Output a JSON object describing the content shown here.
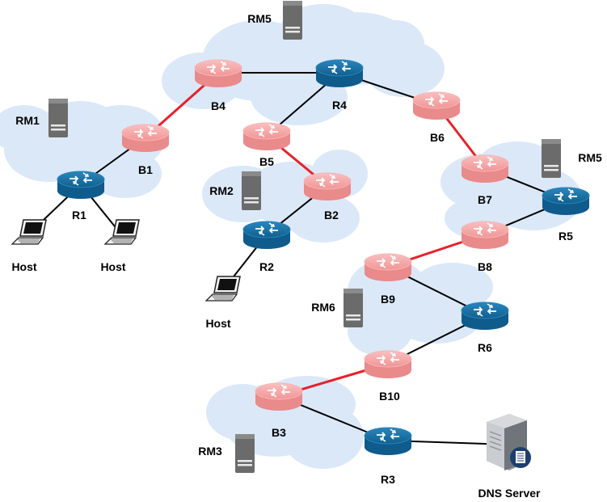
{
  "colors": {
    "cloud": "#dbe8f8",
    "link": "#000000",
    "bridge_link": "#e8202a",
    "router_blue": "#0f5b8c",
    "router_blue_top": "#1e76ad",
    "router_pink": "#f3999a",
    "router_pink_top": "#f7b3b3",
    "server": "#6b6b6b"
  },
  "routers": [
    {
      "id": "R1",
      "label": "R1",
      "kind": "blue"
    },
    {
      "id": "R2",
      "label": "R2",
      "kind": "blue"
    },
    {
      "id": "R3",
      "label": "R3",
      "kind": "blue"
    },
    {
      "id": "R4",
      "label": "R4",
      "kind": "blue"
    },
    {
      "id": "R5",
      "label": "R5",
      "kind": "blue"
    },
    {
      "id": "R6",
      "label": "R6",
      "kind": "blue"
    },
    {
      "id": "B1",
      "label": "B1",
      "kind": "pink"
    },
    {
      "id": "B2",
      "label": "B2",
      "kind": "pink"
    },
    {
      "id": "B3",
      "label": "B3",
      "kind": "pink"
    },
    {
      "id": "B4",
      "label": "B4",
      "kind": "pink"
    },
    {
      "id": "B5",
      "label": "B5",
      "kind": "pink"
    },
    {
      "id": "B6",
      "label": "B6",
      "kind": "pink"
    },
    {
      "id": "B7",
      "label": "B7",
      "kind": "pink"
    },
    {
      "id": "B8",
      "label": "B8",
      "kind": "pink"
    },
    {
      "id": "B9",
      "label": "B9",
      "kind": "pink"
    },
    {
      "id": "B10",
      "label": "B10",
      "kind": "pink"
    }
  ],
  "servers": [
    {
      "id": "RM1",
      "label": "RM1"
    },
    {
      "id": "RM2",
      "label": "RM2"
    },
    {
      "id": "RM3",
      "label": "RM3"
    },
    {
      "id": "RM5a",
      "label": "RM5"
    },
    {
      "id": "RM5b",
      "label": "RM5"
    },
    {
      "id": "RM6",
      "label": "RM6"
    }
  ],
  "hosts": [
    {
      "id": "H1",
      "label": "Host"
    },
    {
      "id": "H2",
      "label": "Host"
    },
    {
      "id": "H3",
      "label": "Host"
    }
  ],
  "dns": {
    "id": "DNS",
    "label": "DNS Server"
  },
  "links": [
    {
      "from": "R1",
      "to": "B1",
      "type": "normal"
    },
    {
      "from": "R1",
      "to": "H1",
      "type": "normal"
    },
    {
      "from": "R1",
      "to": "H2",
      "type": "normal"
    },
    {
      "from": "B1",
      "to": "B4",
      "type": "bridge"
    },
    {
      "from": "B4",
      "to": "R4",
      "type": "normal"
    },
    {
      "from": "R4",
      "to": "B5",
      "type": "normal"
    },
    {
      "from": "R4",
      "to": "B6",
      "type": "normal"
    },
    {
      "from": "B5",
      "to": "B2",
      "type": "bridge"
    },
    {
      "from": "B2",
      "to": "R2",
      "type": "normal"
    },
    {
      "from": "R2",
      "to": "H3",
      "type": "normal"
    },
    {
      "from": "B6",
      "to": "B7",
      "type": "bridge"
    },
    {
      "from": "B7",
      "to": "R5",
      "type": "normal"
    },
    {
      "from": "R5",
      "to": "B8",
      "type": "normal"
    },
    {
      "from": "B8",
      "to": "B9",
      "type": "bridge"
    },
    {
      "from": "B9",
      "to": "R6",
      "type": "normal"
    },
    {
      "from": "R6",
      "to": "B10",
      "type": "normal"
    },
    {
      "from": "B10",
      "to": "B3",
      "type": "bridge"
    },
    {
      "from": "B3",
      "to": "R3",
      "type": "normal"
    },
    {
      "from": "R3",
      "to": "DNS",
      "type": "normal"
    }
  ]
}
